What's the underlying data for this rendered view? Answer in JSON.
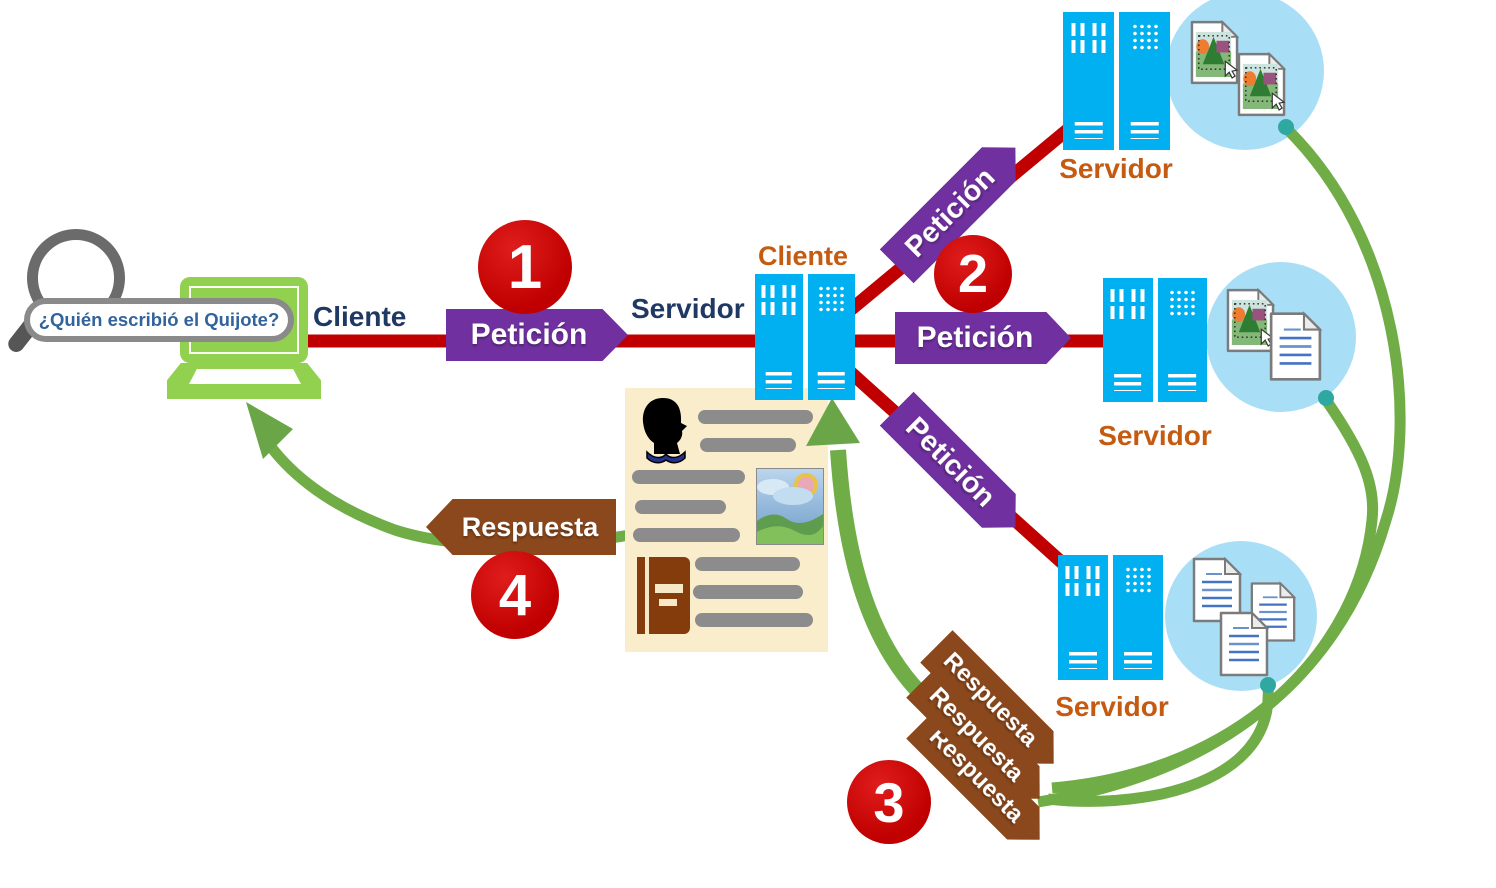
{
  "search": {
    "query": "¿Quién escribió el Quijote?"
  },
  "labels": {
    "left_client": "Cliente",
    "center_server": "Servidor",
    "center_client": "Cliente",
    "top_server": "Servidor",
    "middle_server": "Servidor",
    "bottom_server": "Servidor"
  },
  "badges": {
    "peticion_main": "Petición",
    "peticion_top": "Petición",
    "peticion_middle": "Petición",
    "peticion_bottom": "Petición",
    "respuesta_stack": [
      "Respuesta",
      "Respuesta",
      "Respuesta"
    ],
    "respuesta_final": "Respuesta"
  },
  "steps": {
    "step1": "1",
    "step2": "2",
    "step3": "3",
    "step4": "4"
  },
  "icons": [
    "magnifier-icon",
    "laptop-icon",
    "server-icon",
    "image-document-icon",
    "text-document-icon",
    "person-reading-icon",
    "book-icon",
    "landscape-image-icon",
    "cursor-icon"
  ],
  "colors": {
    "request_red": "#C00000",
    "petition_purple": "#7030A0",
    "response_brown": "#8A481C",
    "flow_green": "#70AD47",
    "laptop_green": "#92D050",
    "server_blue": "#00B0F0",
    "halo_blue": "#A9DFF6",
    "label_orange": "#C55A11",
    "label_navy": "#1F3864",
    "query_blue": "#31639C",
    "document_cream": "#FAEDCC",
    "teal_dot": "#2FA8A2"
  }
}
